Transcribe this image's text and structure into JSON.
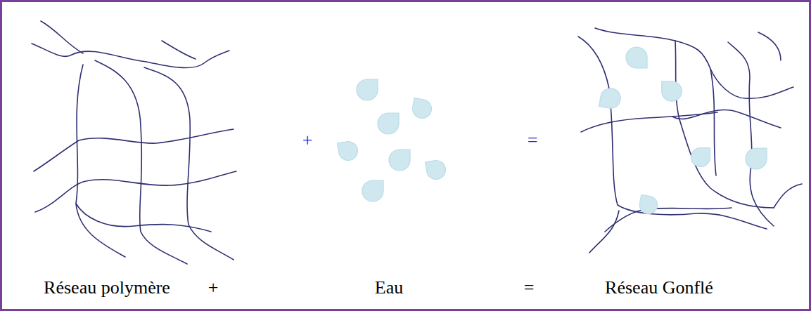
{
  "diagram": {
    "labels": [
      "+",
      "=",
      "Réseau polymère",
      "+",
      "Eau",
      "=",
      "Réseau Gonflé"
    ]
  }
}
